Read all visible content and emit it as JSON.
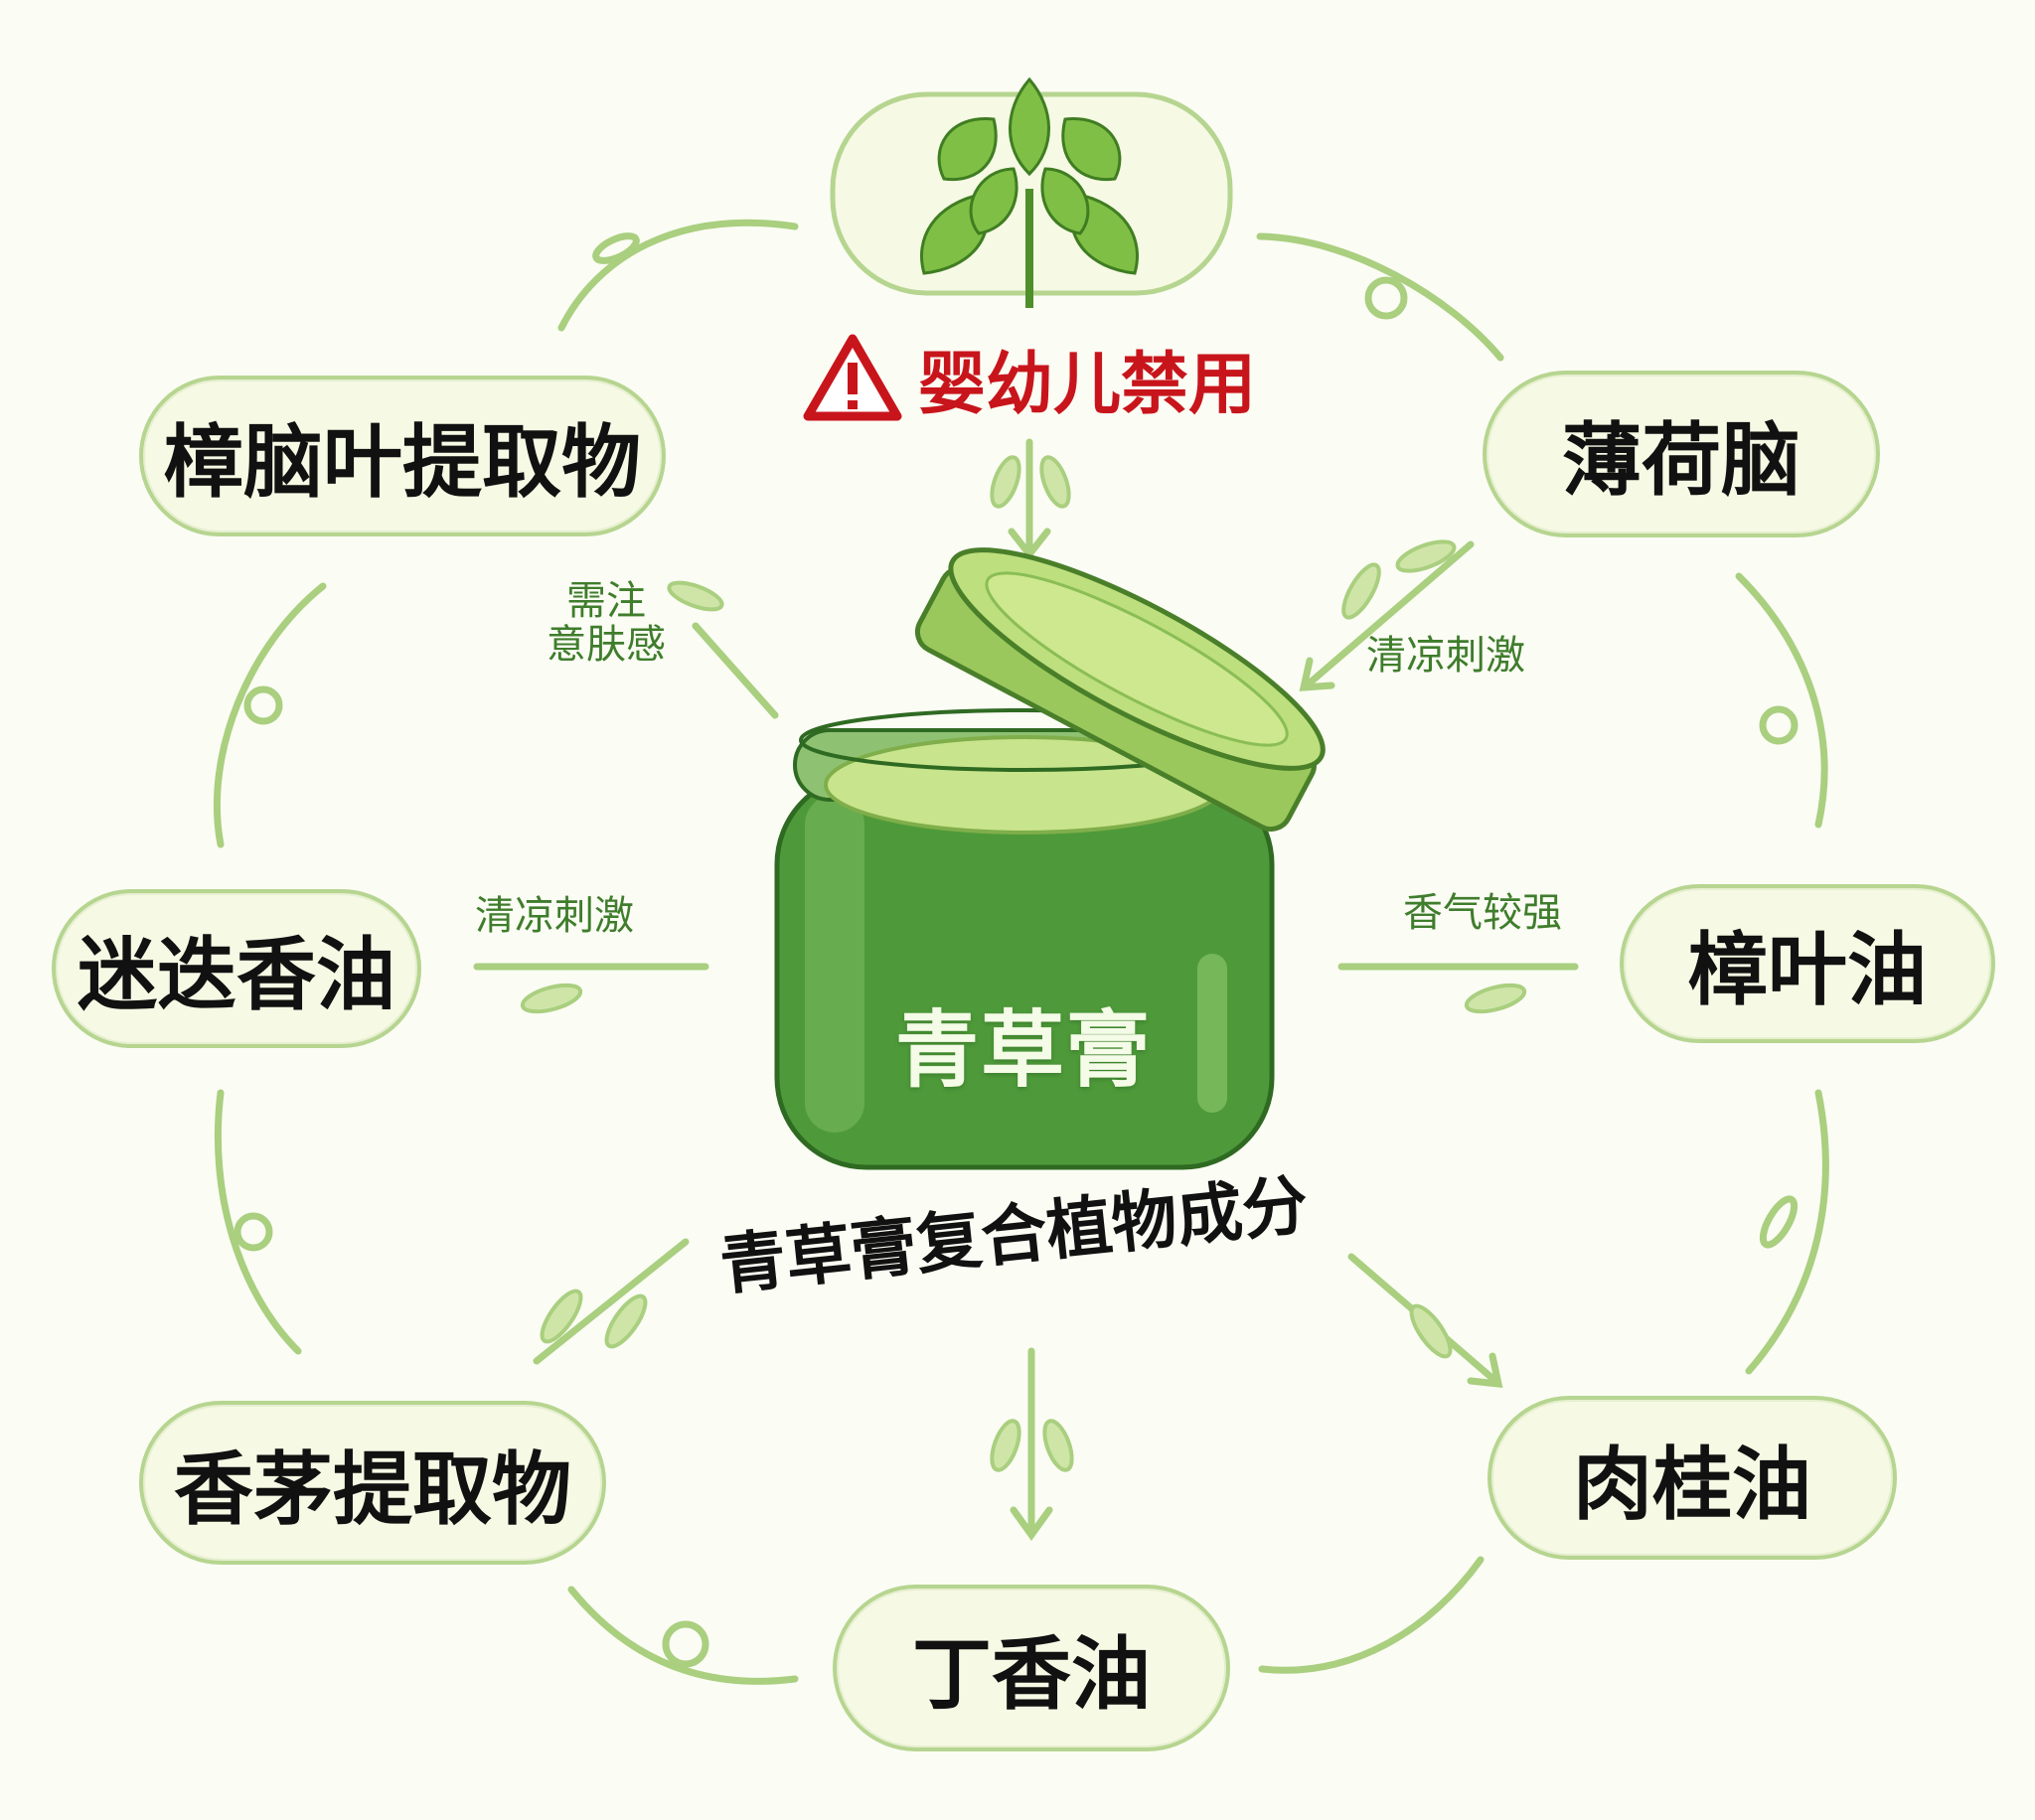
{
  "center": {
    "product_label": "青草膏",
    "caption": "青草膏复合植物成分"
  },
  "warning": {
    "text": "婴幼儿禁用",
    "icon": "warning-triangle-icon",
    "color": "#c8151c"
  },
  "top_illustration": {
    "icon": "mint-leaves-icon"
  },
  "ingredients": [
    {
      "id": "camphor-leaf-extract",
      "label": "樟脑叶提取物"
    },
    {
      "id": "menthol",
      "label": "薄荷脑"
    },
    {
      "id": "rosemary-oil",
      "label": "迷迭香油"
    },
    {
      "id": "eucalyptus-oil",
      "label": "樟叶油"
    },
    {
      "id": "citronella-extract",
      "label": "香茅提取物"
    },
    {
      "id": "cinnamon-oil",
      "label": "肉桂油"
    },
    {
      "id": "clove-oil",
      "label": "丁香油"
    }
  ],
  "notes": {
    "skin_sensation": "需注\n意肤感",
    "cooling_right": "清凉刺激",
    "cooling_left": "清凉刺激",
    "strong_aroma": "香气较强"
  },
  "colors": {
    "background": "#fbfcf4",
    "pill_border": "#b6d590",
    "vine": "#a9cf7f",
    "jar_green": "#4e9a3a",
    "lid_green": "#a7cf6a",
    "note_text": "#3f7d2c"
  }
}
